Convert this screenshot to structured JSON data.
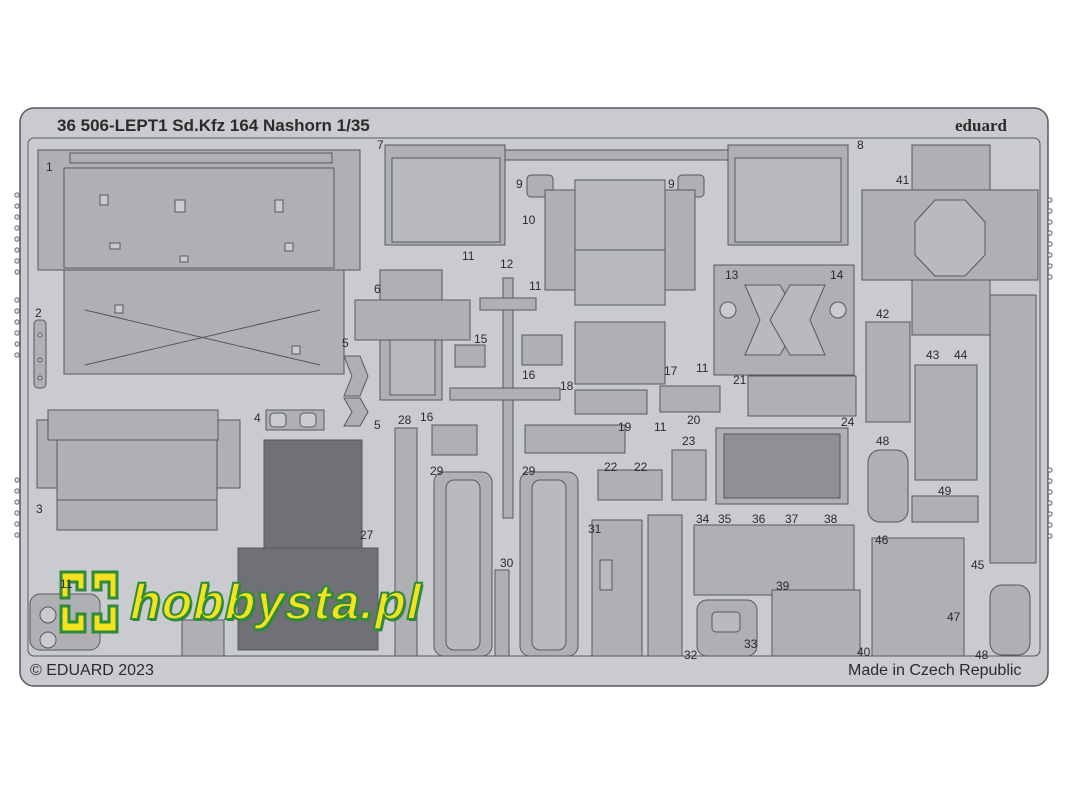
{
  "sheet": {
    "title": "36 506-LEPT1 Sd.Kfz 164 Nashorn 1/35",
    "brand": "eduard",
    "copyright": "© EDUARD 2023",
    "origin": "Made in Czech Republic"
  },
  "watermark": {
    "text": "hobbysta.pl"
  },
  "colors": {
    "fret": "#c9cbcf",
    "part": "#aeb0b4",
    "outline": "#55585d",
    "background": "#ffffff",
    "watermark_yellow": "#f4e21c",
    "watermark_green": "#2e8b3c"
  },
  "part_numbers": {
    "p1": "1",
    "p2": "2",
    "p3": "3",
    "p4": "4",
    "p5a": "5",
    "p5b": "5",
    "p6": "6",
    "p7": "7",
    "p8": "8",
    "p9a": "9",
    "p9b": "9",
    "p10": "10",
    "p11a": "11",
    "p11b": "11",
    "p11c": "11",
    "p11d": "11",
    "p11e": "11",
    "p12": "12",
    "p13": "13",
    "p14": "14",
    "p15": "15",
    "p16a": "16",
    "p16b": "16",
    "p17": "17",
    "p18": "18",
    "p19": "19",
    "p20": "20",
    "p21": "21",
    "p22a": "22",
    "p22b": "22",
    "p23": "23",
    "p24": "24",
    "p27": "27",
    "p28": "28",
    "p29a": "29",
    "p29b": "29",
    "p30": "30",
    "p31": "31",
    "p32": "32",
    "p33": "33",
    "p34": "34",
    "p35": "35",
    "p36": "36",
    "p37": "37",
    "p38": "38",
    "p39": "39",
    "p40": "40",
    "p41": "41",
    "p42": "42",
    "p43": "43",
    "p44": "44",
    "p45": "45",
    "p46": "46",
    "p47": "47",
    "p48a": "48",
    "p48b": "48",
    "p49": "49"
  }
}
